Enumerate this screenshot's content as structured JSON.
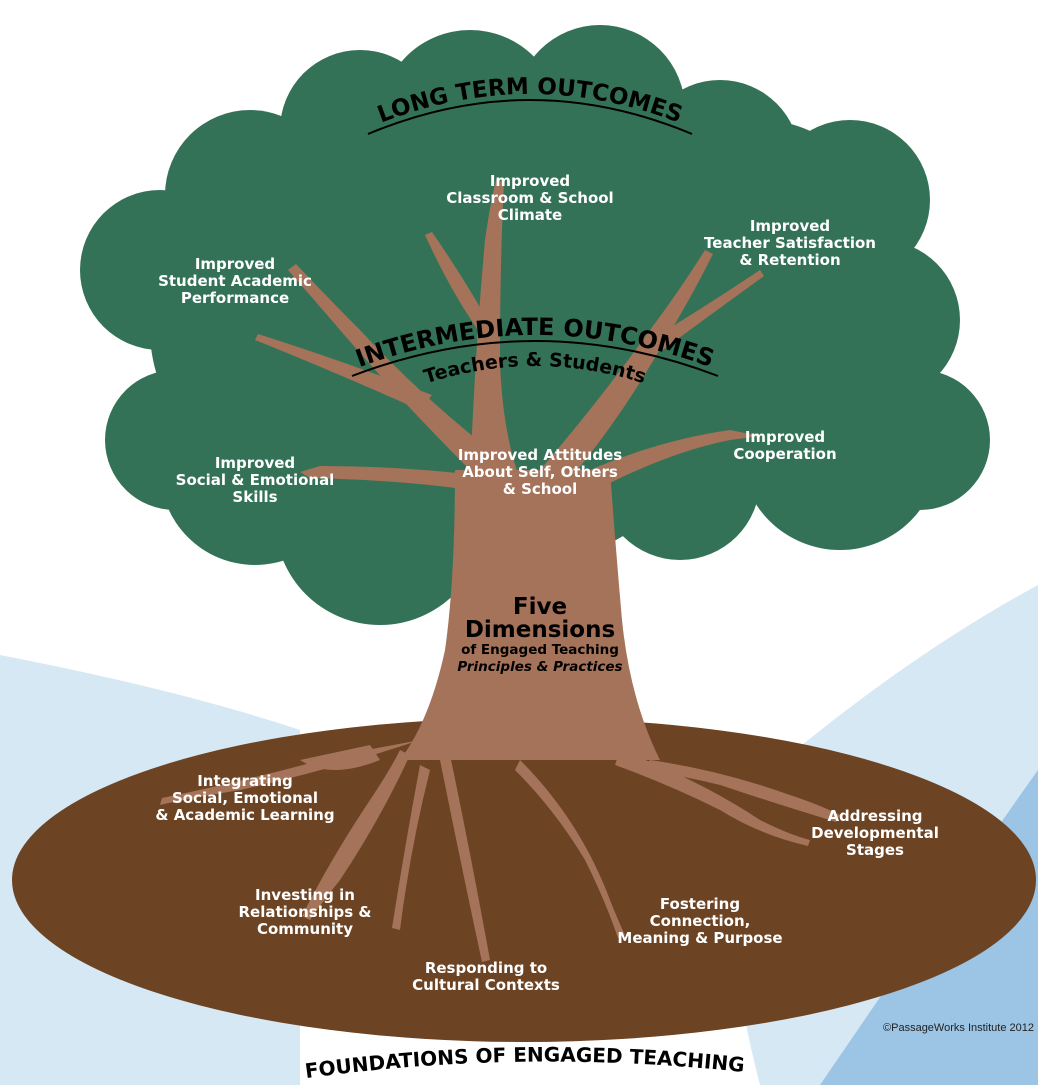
{
  "colors": {
    "canopy": "#347258",
    "trunk": "#a47359",
    "soil": "#6c4323",
    "sky_light": "#d5e8f4",
    "sky_dark": "#9bc4e5",
    "label": "#ffffff",
    "heading": "#000000"
  },
  "headings": {
    "long_term": "LONG TERM OUTCOMES",
    "intermediate": "INTERMEDIATE OUTCOMES",
    "intermediate_sub": "Teachers & Students",
    "foundations": "FOUNDATIONS OF ENGAGED TEACHING"
  },
  "long_term": {
    "climate": [
      "Improved",
      "Classroom & School",
      "Climate"
    ],
    "teacher": [
      "Improved",
      "Teacher Satisfaction",
      "& Retention"
    ],
    "academic": [
      "Improved",
      "Student Academic",
      "Performance"
    ]
  },
  "intermediate": {
    "attitudes": [
      "Improved Attitudes",
      "About Self, Others",
      "& School"
    ],
    "cooperation": [
      "Improved",
      "Cooperation"
    ],
    "social": [
      "Improved",
      "Social & Emotional",
      "Skills"
    ]
  },
  "trunk": {
    "line1": "Five",
    "line2": "Dimensions",
    "line3": "of Engaged Teaching",
    "line4": "Principles & Practices"
  },
  "roots": {
    "integrating": [
      "Integrating",
      "Social, Emotional",
      "& Academic Learning"
    ],
    "investing": [
      "Investing in",
      "Relationships &",
      "Community"
    ],
    "responding": [
      "Responding to",
      "Cultural Contexts"
    ],
    "fostering": [
      "Fostering",
      "Connection,",
      "Meaning & Purpose"
    ],
    "addressing": [
      "Addressing",
      "Developmental",
      "Stages"
    ]
  },
  "copyright": "©PassageWorks Institute 2012"
}
